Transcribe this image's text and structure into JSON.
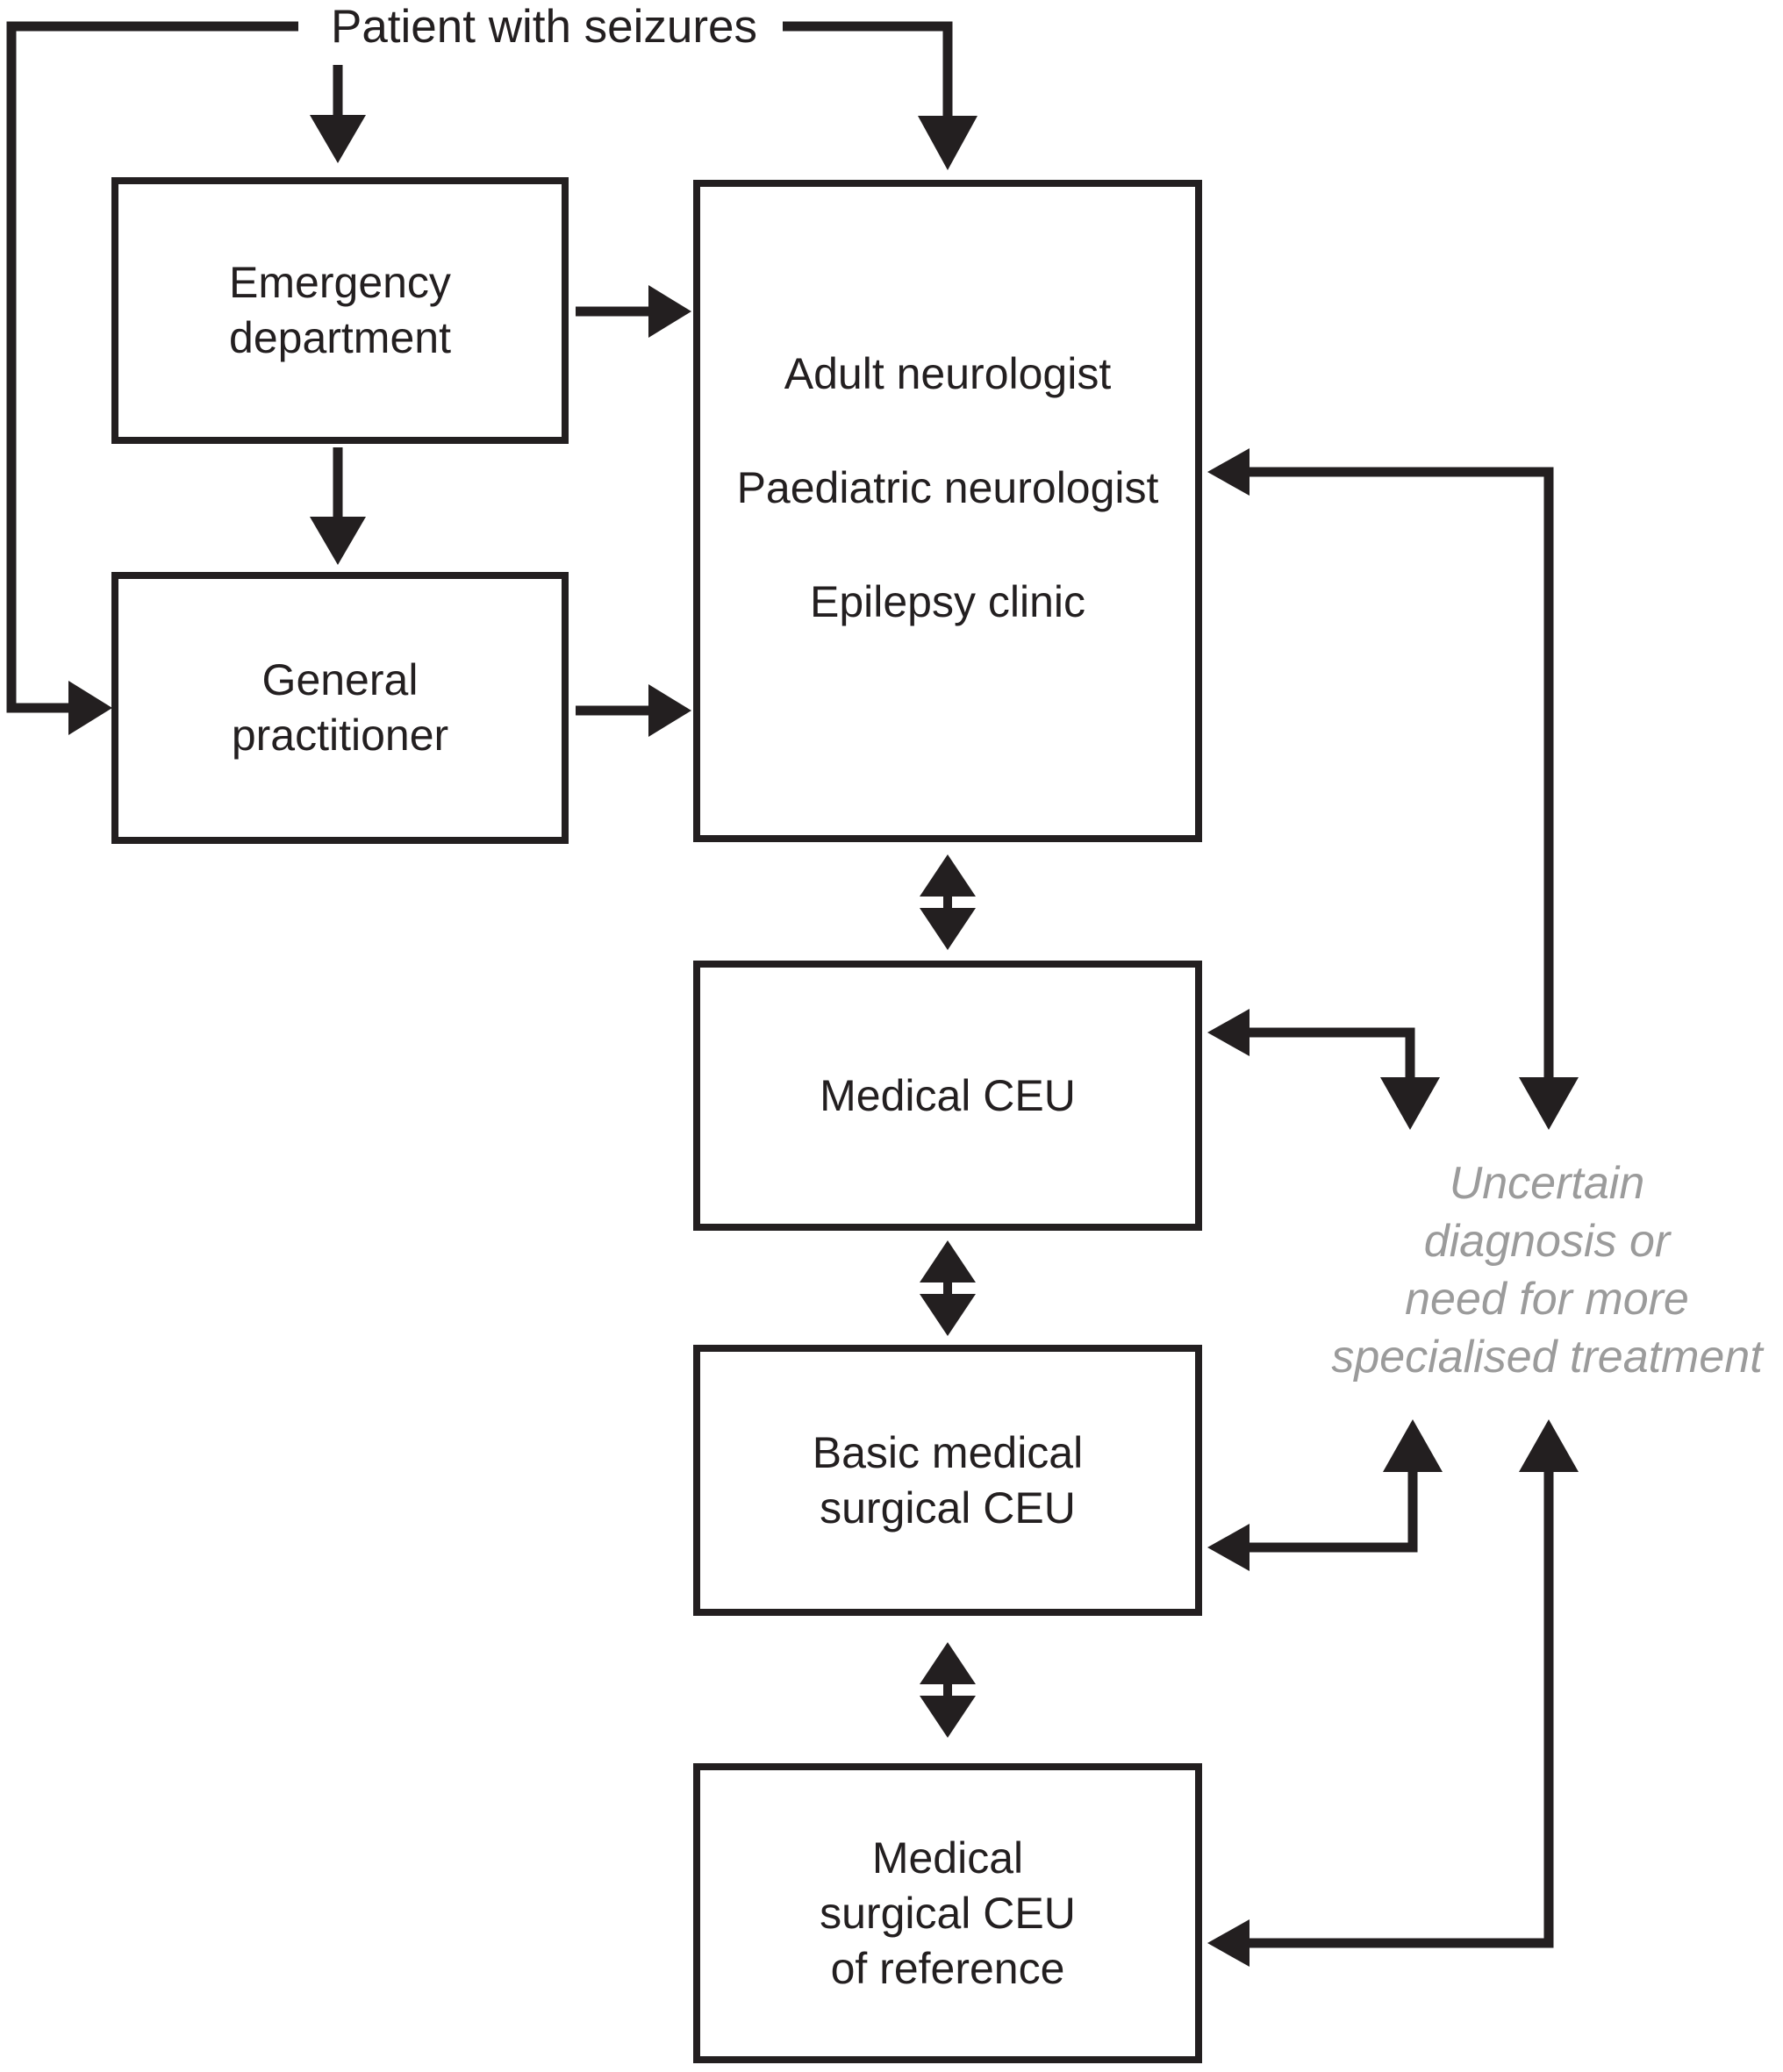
{
  "figure": {
    "kind": "referral-pathway-flowchart",
    "background": "#ffffff"
  },
  "colors": {
    "ink": "#231f20",
    "muted_gray": "#9b9b9b"
  },
  "nodes": {
    "patient": {
      "label": "Patient with seizures"
    },
    "emergency": {
      "label": "Emergency\ndepartment"
    },
    "gp": {
      "label": "General\npractitioner"
    },
    "neurology": {
      "label": "Adult neurologist\nPaediatric neurologist\nEpilepsy clinic"
    },
    "medical_ceu": {
      "label": "Medical CEU"
    },
    "basic_ceu": {
      "label": "Basic medical\nsurgical CEU"
    },
    "reference_ceu": {
      "label": "Medical\nsurgical CEU\nof reference"
    }
  },
  "annotation": {
    "uncertain": {
      "label": "Uncertain\ndiagnosis or\nneed for more\nspecialised treatment"
    }
  },
  "edges": [
    {
      "from": "patient",
      "to": "emergency",
      "style": "arrow"
    },
    {
      "from": "patient",
      "to": "gp",
      "style": "arrow-left-loop"
    },
    {
      "from": "patient",
      "to": "neurology",
      "style": "arrow-right-loop"
    },
    {
      "from": "emergency",
      "to": "gp",
      "style": "arrow"
    },
    {
      "from": "emergency",
      "to": "neurology",
      "style": "arrow"
    },
    {
      "from": "gp",
      "to": "neurology",
      "style": "arrow"
    },
    {
      "from": "neurology",
      "to": "medical_ceu",
      "style": "double-headed"
    },
    {
      "from": "medical_ceu",
      "to": "basic_ceu",
      "style": "double-headed"
    },
    {
      "from": "basic_ceu",
      "to": "reference_ceu",
      "style": "double-headed"
    },
    {
      "from": "uncertain",
      "to": "neurology",
      "style": "return-connector"
    },
    {
      "from": "uncertain",
      "to": "medical_ceu",
      "style": "return-connector"
    },
    {
      "from": "uncertain",
      "to": "basic_ceu",
      "style": "return-connector"
    },
    {
      "from": "uncertain",
      "to": "reference_ceu",
      "style": "return-connector"
    }
  ]
}
